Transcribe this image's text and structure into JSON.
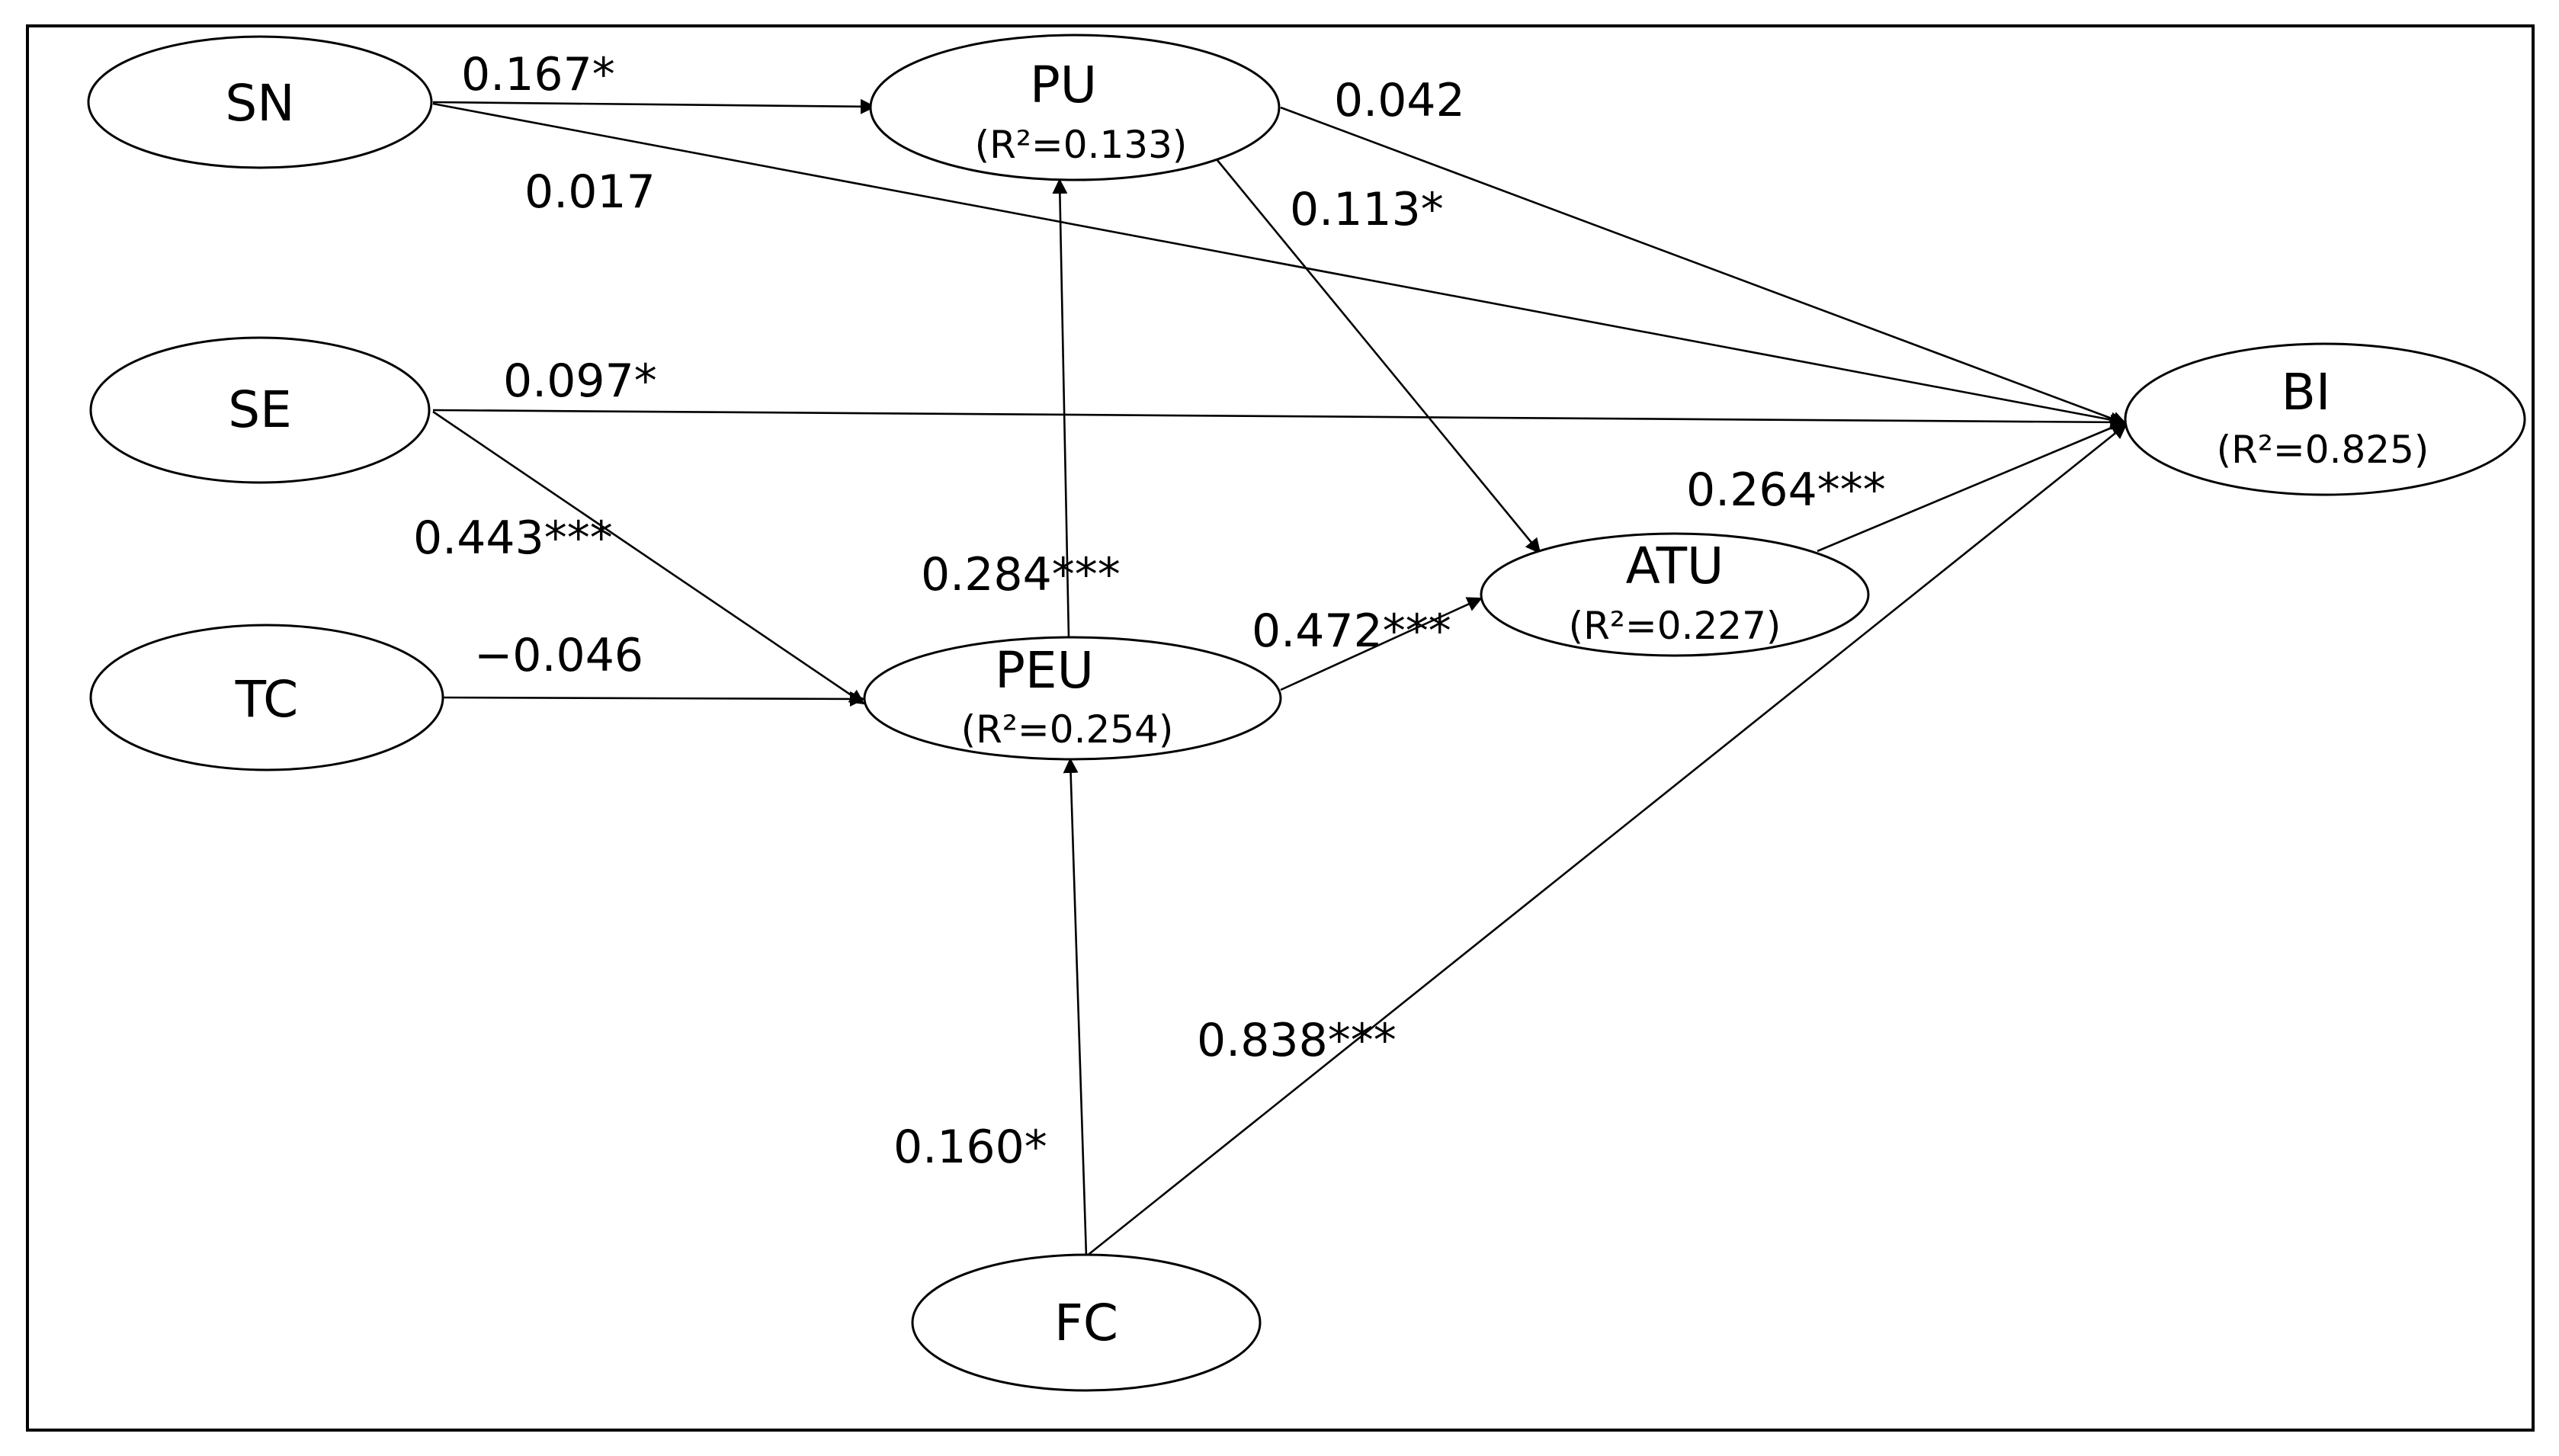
{
  "diagram": {
    "colors": {
      "stroke": "#000000",
      "background": "#ffffff"
    },
    "nodes": {
      "SN": {
        "label": "SN"
      },
      "SE": {
        "label": "SE"
      },
      "TC": {
        "label": "TC"
      },
      "PU": {
        "label": "PU",
        "r2": "(R²=0.133)"
      },
      "PEU": {
        "label": "PEU",
        "r2": "(R²=0.254)"
      },
      "ATU": {
        "label": "ATU",
        "r2": "(R²=0.227)"
      },
      "BI": {
        "label": "BI",
        "r2": "(R²=0.825)"
      },
      "FC": {
        "label": "FC"
      }
    },
    "edges": {
      "sn_pu": {
        "from": "SN",
        "to": "PU",
        "coefficient": "0.167*"
      },
      "sn_bi": {
        "from": "SN",
        "to": "BI",
        "coefficient": "0.017"
      },
      "pu_bi": {
        "from": "PU",
        "to": "BI",
        "coefficient": "0.042"
      },
      "pu_atu": {
        "from": "PU",
        "to": "ATU",
        "coefficient": "0.113*"
      },
      "se_bi": {
        "from": "SE",
        "to": "BI",
        "coefficient": "0.097*"
      },
      "se_peu": {
        "from": "SE",
        "to": "PEU",
        "coefficient": "0.443***"
      },
      "peu_pu": {
        "from": "PEU",
        "to": "PU",
        "coefficient": "0.284***"
      },
      "tc_peu": {
        "from": "TC",
        "to": "PEU",
        "coefficient": "−0.046"
      },
      "peu_atu": {
        "from": "PEU",
        "to": "ATU",
        "coefficient": "0.472***"
      },
      "atu_bi": {
        "from": "ATU",
        "to": "BI",
        "coefficient": "0.264***"
      },
      "fc_bi": {
        "from": "FC",
        "to": "BI",
        "coefficient": "0.838***"
      },
      "fc_peu": {
        "from": "FC",
        "to": "PEU",
        "coefficient": "0.160*"
      }
    }
  }
}
